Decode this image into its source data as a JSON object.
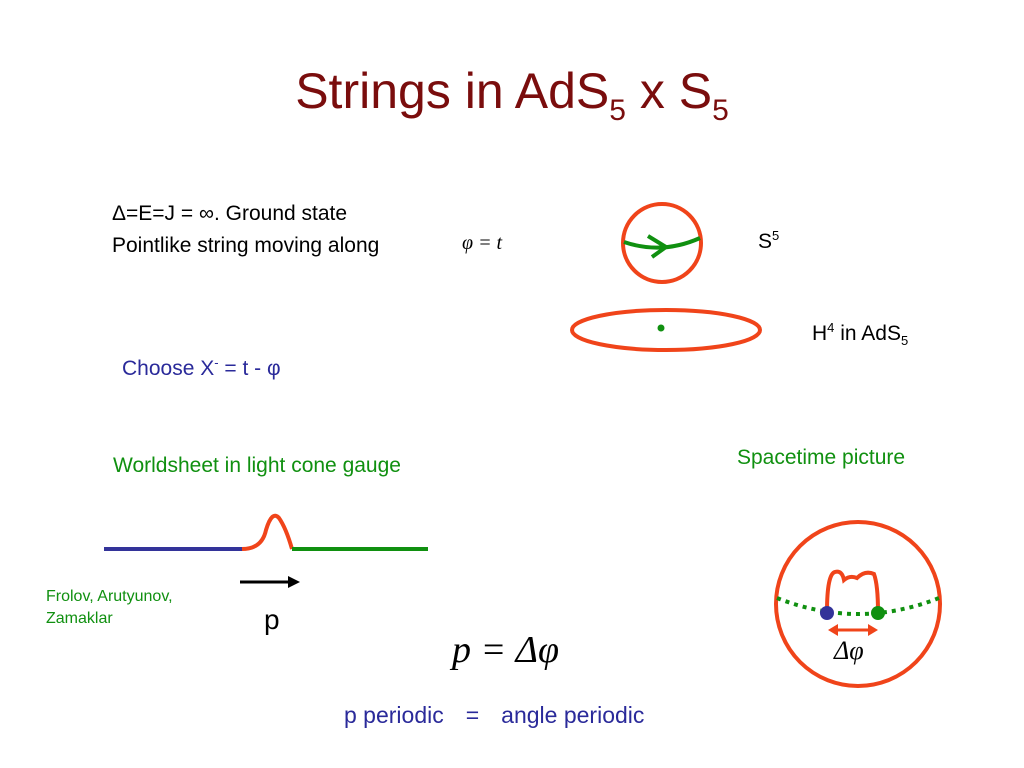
{
  "title": {
    "main": "Strings in AdS",
    "sub1": "5",
    "mid": " x S",
    "sub2": "5"
  },
  "intro": {
    "line1": "Δ=E=J = ∞.   Ground state",
    "line2": "Pointlike string moving along",
    "phi_eq": "φ = t"
  },
  "sphere_label": {
    "base": "S",
    "sup": "5"
  },
  "hyper_label": {
    "base": "H",
    "sup": "4",
    "mid": "  in AdS",
    "sub": "5"
  },
  "choose": {
    "prefix": "Choose  X",
    "sup": "-",
    "suffix": " = t - φ"
  },
  "worldsheet_label": "Worldsheet in light cone gauge",
  "spacetime_label": "Spacetime picture",
  "credits": {
    "line1": "Frolov, Arutyunov,",
    "line2": "Zamaklar"
  },
  "p_label": "p",
  "equation": "p = Δφ",
  "delta_phi": "Δφ",
  "periodic": {
    "left": "p periodic",
    "eq": "=",
    "right": "angle periodic"
  },
  "colors": {
    "title": "#7a0d0d",
    "red": "#f0441a",
    "green": "#109010",
    "blue": "#2a2a9a",
    "navy": "#333399"
  }
}
